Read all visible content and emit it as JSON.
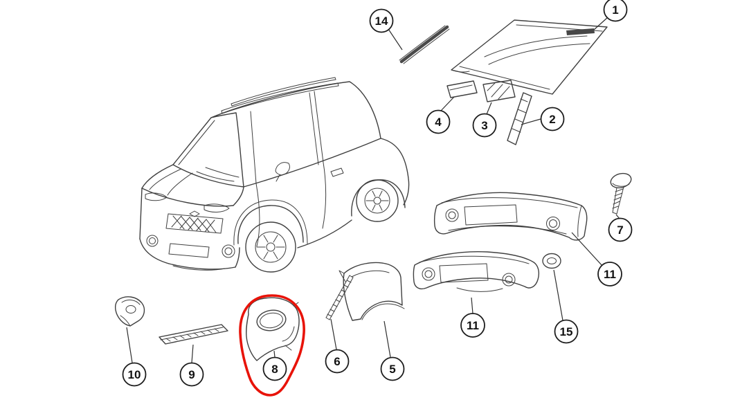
{
  "diagram": {
    "name": "vehicle-body-parts-exploded-diagram",
    "background": "#ffffff",
    "line_color": "#3f3f3f",
    "highlight": {
      "color": "#e81309",
      "target_callout": "8"
    },
    "callouts": [
      {
        "id": "callout-1",
        "label": "1"
      },
      {
        "id": "callout-2",
        "label": "2"
      },
      {
        "id": "callout-3",
        "label": "3"
      },
      {
        "id": "callout-4",
        "label": "4"
      },
      {
        "id": "callout-5",
        "label": "5"
      },
      {
        "id": "callout-6",
        "label": "6"
      },
      {
        "id": "callout-7",
        "label": "7"
      },
      {
        "id": "callout-8",
        "label": "8"
      },
      {
        "id": "callout-9",
        "label": "9"
      },
      {
        "id": "callout-10",
        "label": "10"
      },
      {
        "id": "callout-11-upper-bumper",
        "label": "11"
      },
      {
        "id": "callout-11-lower-bumper",
        "label": "11"
      },
      {
        "id": "callout-14",
        "label": "14"
      },
      {
        "id": "callout-15",
        "label": "15"
      }
    ]
  }
}
